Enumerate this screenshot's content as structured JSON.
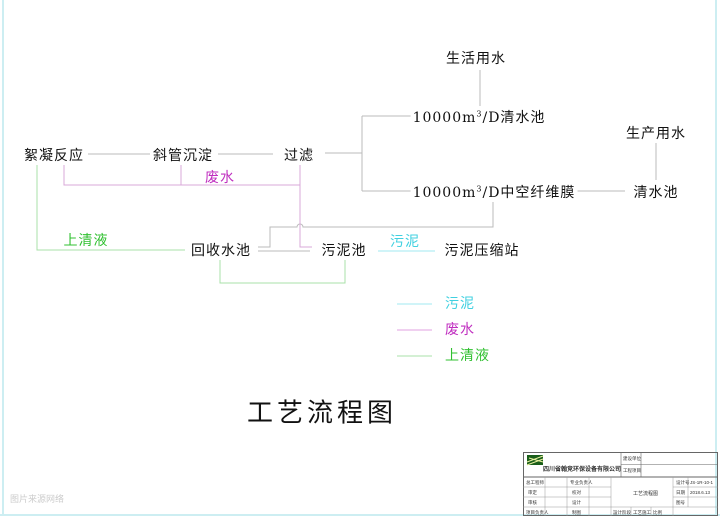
{
  "nodes": {
    "flocculation": "絮凝反应",
    "inclined_tube": "斜管沉淀",
    "filter": "过滤",
    "clear_pool_prefix": "10000m",
    "clear_pool_suffix": "/D清水池",
    "membrane_prefix": "10000m",
    "membrane_suffix": "/D中空纤维膜",
    "superscript": "3",
    "domestic_water": "生活用水",
    "production_water": "生产用水",
    "clear_pool": "清水池",
    "recovery_pool": "回收水池",
    "sludge_pool": "污泥池",
    "sludge_press": "污泥压缩站"
  },
  "flow_labels": {
    "wastewater": "废水",
    "supernatant": "上清液",
    "sludge": "污泥"
  },
  "legend": [
    {
      "label": "污泥",
      "color": "#4fd8e8"
    },
    {
      "label": "废水",
      "color": "#d040d0"
    },
    {
      "label": "上清液",
      "color": "#40c840"
    }
  ],
  "colors": {
    "process_line": "#bbbbbb",
    "wastewater": "#d8a8d8",
    "supernatant": "#a8e0a8",
    "sludge": "#a0e8f0"
  },
  "title": "工艺流程图",
  "title_block": {
    "company": "四川省翰竞环保设备有限公司",
    "client_label": "建设单位",
    "project_label": "工程项目",
    "rows": [
      [
        "总工程师",
        "专业负责人"
      ],
      [
        "审定",
        "校对"
      ],
      [
        "审核",
        "设计"
      ],
      [
        "项目负责人",
        "制图"
      ]
    ],
    "drawing_name": "工艺流程图",
    "right_labels": [
      "设计号",
      "日期",
      "图号"
    ],
    "right_values": [
      "JS-1R-10-1",
      "2018.6.13",
      ""
    ],
    "footer": [
      "設计阶段",
      "工艺施工",
      "比例"
    ]
  },
  "watermark": "图片来源网络"
}
